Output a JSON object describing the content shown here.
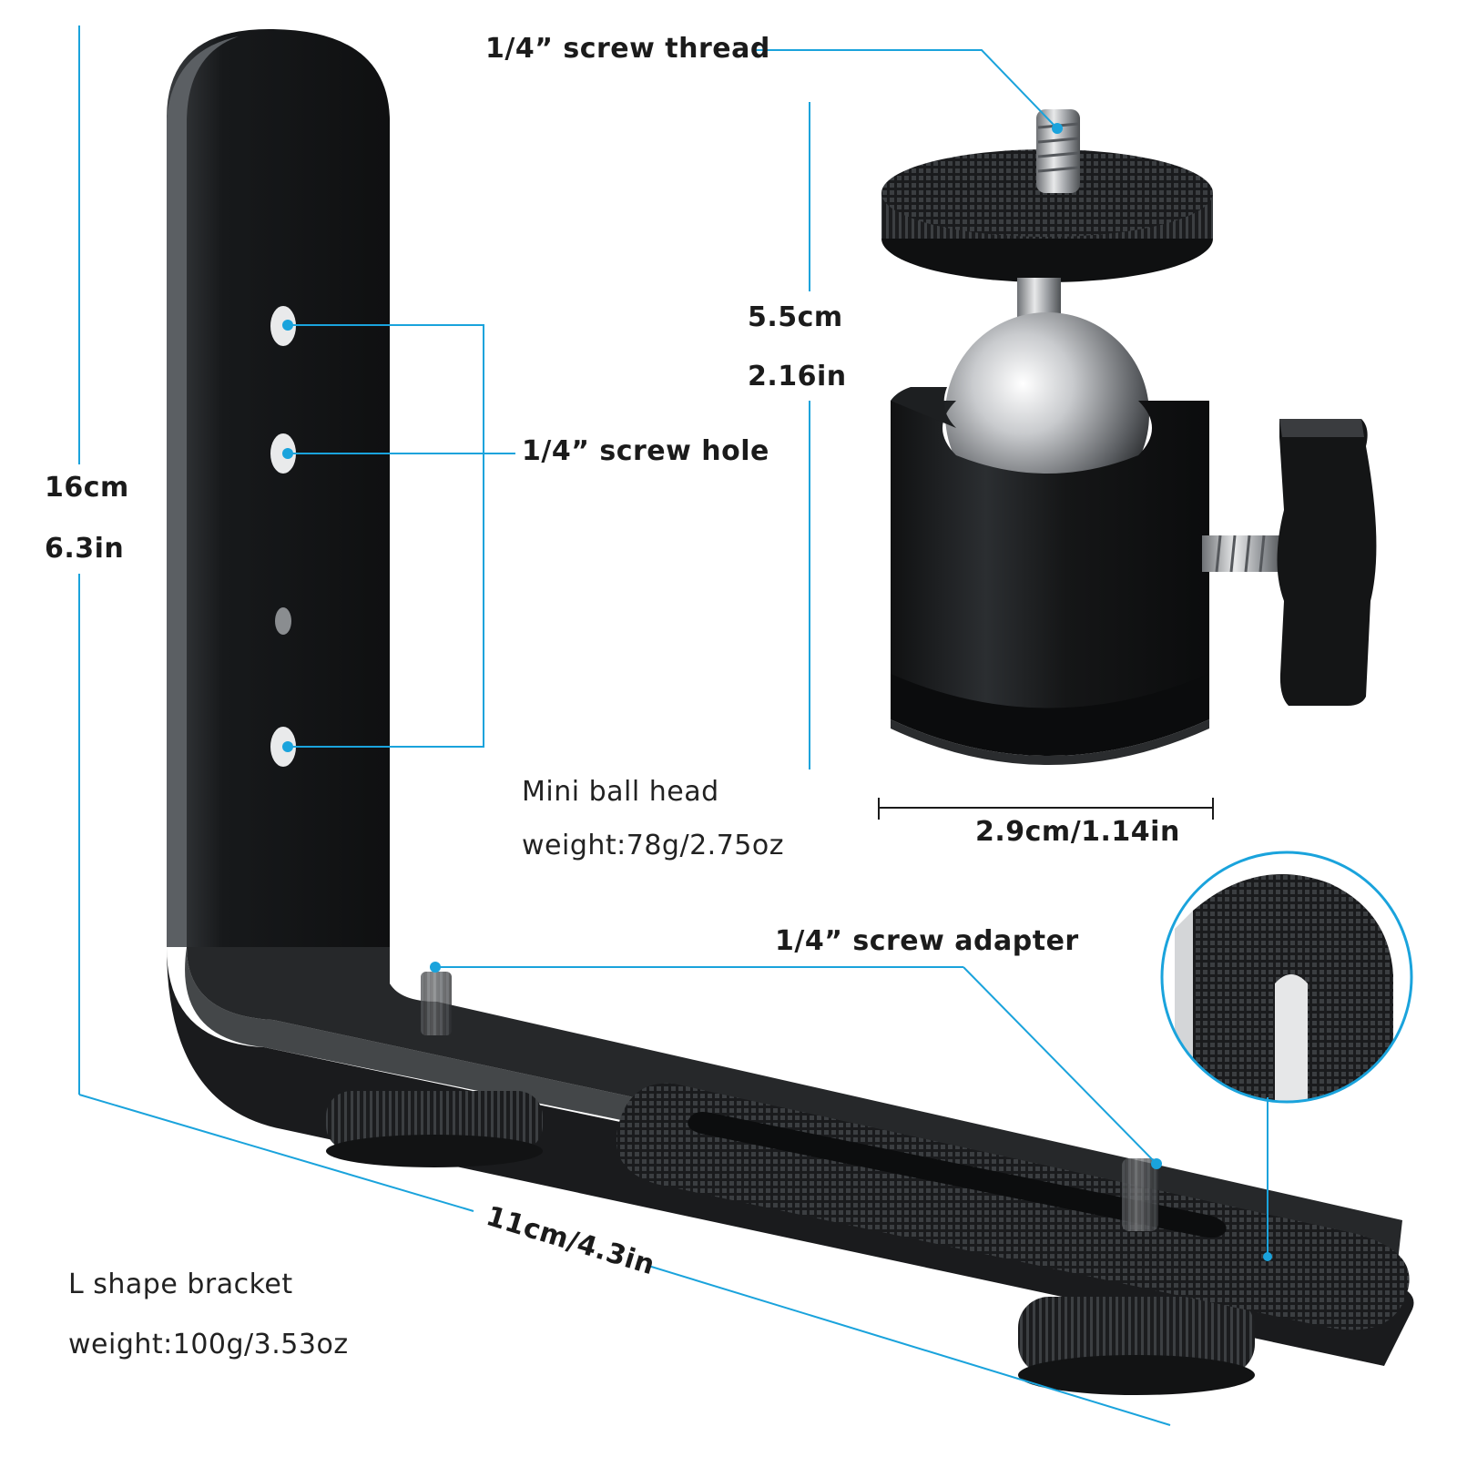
{
  "accent_color": "#1aa3dc",
  "labels": {
    "screw_thread": "1/4” screw thread",
    "screw_hole": "1/4” screw hole",
    "screw_adapter": "1/4” screw adapter",
    "bracket_height_cm": "16cm",
    "bracket_height_in": "6.3in",
    "ballhead_height_cm": "5.5cm",
    "ballhead_height_in": "2.16in",
    "ballhead_width": "2.9cm/1.14in",
    "bracket_length": "11cm/4.3in",
    "ballhead_name": "Mini ball head",
    "ballhead_weight": "weight:78g/2.75oz",
    "bracket_name": "L shape bracket",
    "bracket_weight": "weight:100g/3.53oz"
  }
}
